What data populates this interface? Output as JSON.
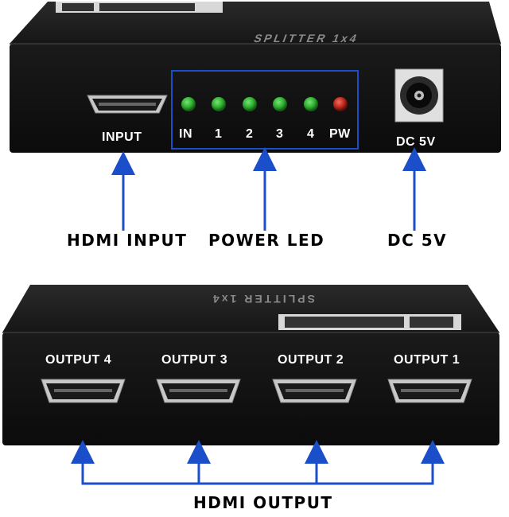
{
  "colors": {
    "device_body": "#181818",
    "device_face": "#0f0f0f",
    "accent_blue": "#1a4fc9",
    "led_green": "#2fb12f",
    "led_red": "#c0281c",
    "label_text": "#ffffff"
  },
  "top_device": {
    "model_text": "SPLITTER 1x4",
    "input_label": "INPUT",
    "led_labels": [
      "IN",
      "1",
      "2",
      "3",
      "4",
      "PW"
    ],
    "dc_label": "DC 5V"
  },
  "callouts_top": {
    "hdmi_input": "HDMI INPUT",
    "power_led": "POWER LED",
    "dc_5v": "DC 5V"
  },
  "bottom_device": {
    "model_text": "SPLITTER 1x4",
    "output_labels": [
      "OUTPUT 4",
      "OUTPUT 3",
      "OUTPUT 2",
      "OUTPUT 1"
    ]
  },
  "callout_bottom": {
    "hdmi_output": "HDMI OUTPUT"
  }
}
